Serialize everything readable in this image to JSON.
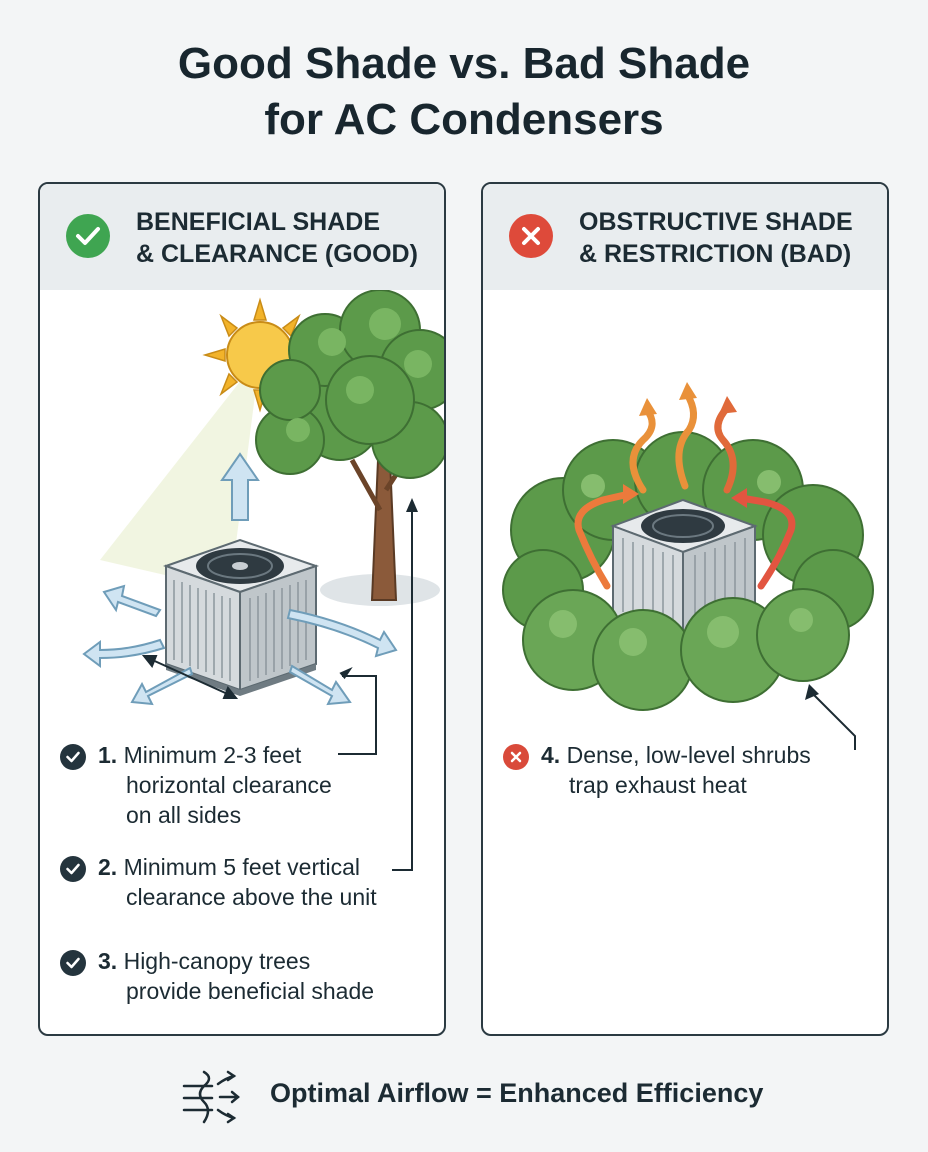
{
  "title": {
    "line1": "Good Shade vs. Bad Shade",
    "line2": "for AC Condensers"
  },
  "panels": {
    "good": {
      "header_line1": "BENEFICIAL SHADE",
      "header_line2": "& CLEARANCE (GOOD)",
      "accent": "#3fa551",
      "items": [
        {
          "num": "1.",
          "lines": [
            "Minimum 2-3 feet",
            "horizontal clearance",
            "on all sides"
          ]
        },
        {
          "num": "2.",
          "lines": [
            "Minimum 5 feet vertical",
            "clearance above the unit"
          ]
        },
        {
          "num": "3.",
          "lines": [
            "High-canopy trees",
            "provide beneficial shade"
          ]
        }
      ]
    },
    "bad": {
      "header_line1": "OBSTRUCTIVE SHADE",
      "header_line2": "& RESTRICTION (BAD)",
      "accent": "#de4a3a",
      "items": [
        {
          "num": "4.",
          "lines": [
            "Dense, low-level shrubs",
            "trap exhaust heat"
          ]
        }
      ]
    }
  },
  "footer": {
    "text": "Optimal Airflow = Enhanced Efficiency",
    "icon": "airflow-icon"
  },
  "icons": {
    "good": "check-circle-icon",
    "bad": "x-circle-icon"
  }
}
